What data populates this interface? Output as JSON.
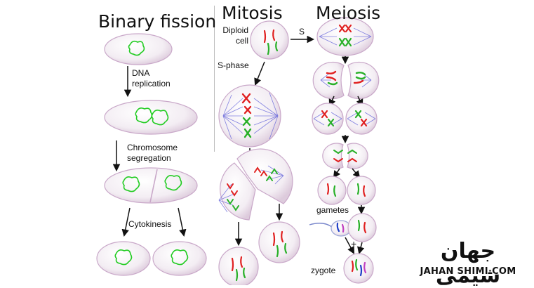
{
  "titles": {
    "binary_fission": "Binary fission",
    "mitosis": "Mitosis",
    "meiosis": "Meiosis"
  },
  "labels": {
    "dna_replication_1": "DNA",
    "dna_replication_2": "replication",
    "chromosome_segregation_1": "Chromosome",
    "chromosome_segregation_2": "segregation",
    "cytokinesis": "Cytokinesis",
    "diploid_1": "Diploid",
    "diploid_2": "cell",
    "s_phase": "S-phase",
    "s": "S",
    "gametes": "gametes",
    "plus": "+",
    "zygote": "zygote"
  },
  "logo": {
    "arabic": "جهان شیمی",
    "latin": "JAHAN SHIMI.COM"
  },
  "colors": {
    "chromosome_red": "#e02020",
    "chromosome_green": "#28b028",
    "chromosome_blue": "#2040c8",
    "chromosome_purple": "#c040c0",
    "prokaryote_dna": "#22cc22",
    "spindle": "#5a5ad8",
    "cell_fill": "#f4eef4",
    "cell_edge": "#c9a8c9"
  }
}
